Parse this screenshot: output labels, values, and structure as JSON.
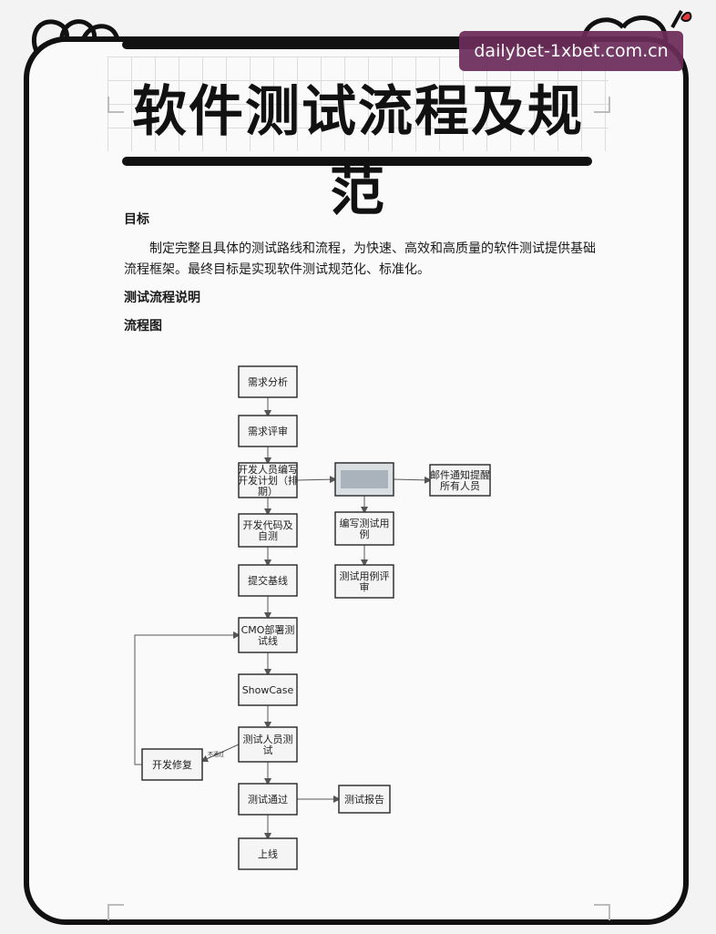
{
  "watermark": "dailybet-1xbet.com.cn",
  "title": "软件测试流程及规范",
  "sections": {
    "goal_heading": "目标",
    "goal_text": "制定完整且具体的测试路线和流程，为快速、高效和高质量的软件测试提供基础流程框架。最终目标是实现软件测试规范化、标准化。",
    "process_heading": "测试流程说明",
    "flowchart_heading": "流程图"
  },
  "flowchart": {
    "nodes": [
      {
        "id": "n1",
        "lines": [
          "需求分析"
        ]
      },
      {
        "id": "n2",
        "lines": [
          "需求评审"
        ]
      },
      {
        "id": "n3",
        "lines": [
          "开发人员编写",
          "开发计划（排",
          "期）"
        ]
      },
      {
        "id": "n4",
        "lines": [
          "开发代码及",
          "自测"
        ]
      },
      {
        "id": "n5",
        "lines": [
          "提交基线"
        ]
      },
      {
        "id": "n6",
        "lines": [
          "CMO部署测",
          "试线"
        ]
      },
      {
        "id": "n7",
        "lines": [
          "ShowCase"
        ]
      },
      {
        "id": "n8",
        "lines": [
          "测试人员测",
          "试"
        ]
      },
      {
        "id": "n9",
        "lines": [
          "测试通过"
        ]
      },
      {
        "id": "n10",
        "lines": [
          "上线"
        ]
      },
      {
        "id": "n11",
        "lines": []
      },
      {
        "id": "n12",
        "lines": [
          "邮件通知提醒",
          "所有人员"
        ]
      },
      {
        "id": "n13",
        "lines": [
          "编写测试用",
          "例"
        ]
      },
      {
        "id": "n14",
        "lines": [
          "测试用例评",
          "审"
        ]
      },
      {
        "id": "n15",
        "lines": [
          "开发修复"
        ]
      },
      {
        "id": "n16",
        "lines": [
          "测试报告"
        ]
      }
    ],
    "edge_label": "不通过"
  }
}
